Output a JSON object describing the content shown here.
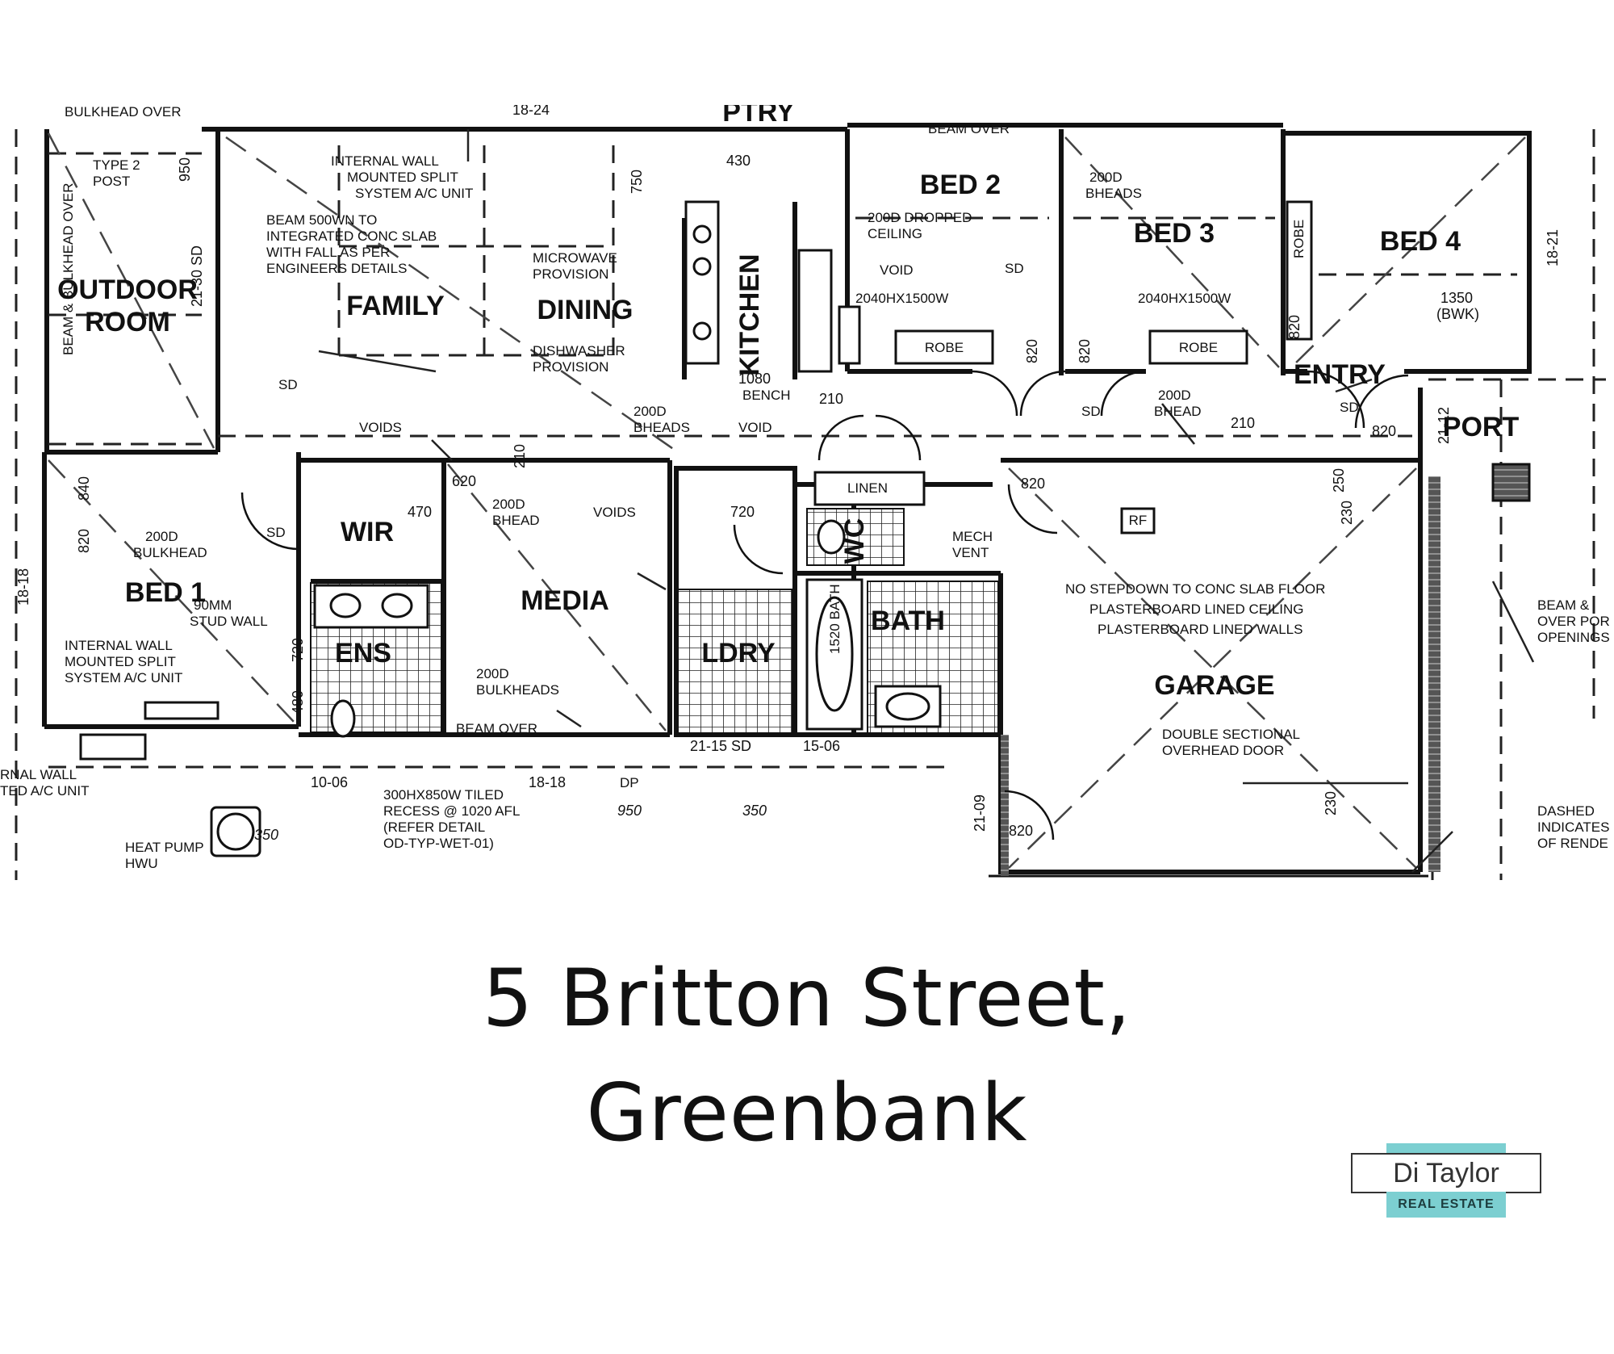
{
  "title": {
    "line1": "5 Britton Street,",
    "line2": "Greenbank"
  },
  "logo": {
    "name": "Di Taylor",
    "subtitle": "REAL ESTATE",
    "accent_color": "#7ccfd1"
  },
  "plan": {
    "rooms": {
      "outdoor_line1": "OUTDOOR",
      "outdoor_line2": "ROOM",
      "family": "FAMILY",
      "dining": "DINING",
      "kitchen": "KITCHEN",
      "ptry": "PTRY",
      "bed2": "BED 2",
      "bed3": "BED 3",
      "bed4": "BED 4",
      "entry": "ENTRY",
      "port": "PORT",
      "bed1": "BED 1",
      "wir": "WIR",
      "media": "MEDIA",
      "ens": "ENS",
      "ldry": "LDRY",
      "bath": "BATH",
      "linen": "LINEN",
      "wc": "WC",
      "garage": "GARAGE"
    },
    "notes": {
      "bulkhead_over": "BULKHEAD OVER",
      "beam_bulkhead_over": "BEAM & BULKHEAD OVER",
      "type2_post_1": "TYPE 2",
      "type2_post_2": "POST",
      "internal_wall_1": "INTERNAL WALL",
      "internal_wall_2": "MOUNTED SPLIT",
      "internal_wall_3": "SYSTEM A/C UNIT",
      "beam_1": "BEAM 500WN TO",
      "beam_2": "INTEGRATED CONC SLAB",
      "beam_3": "WITH FALL AS PER",
      "beam_4": "ENGINEERS DETAILS",
      "microwave_1": "MICROWAVE",
      "microwave_2": "PROVISION",
      "dishwasher_1": "DISHWASHER",
      "dishwasher_2": "PROVISION",
      "beam_over": "BEAM OVER",
      "bed2_ceiling_1": "200D DROPPED",
      "bed2_ceiling_2": "CEILING",
      "void": "VOID",
      "window_2040": "2040HX1500W",
      "robe": "ROBE",
      "sd": "SD",
      "bheads_200d_1": "200D",
      "bheads_200d_2": "BHEADS",
      "bhead_200d": "BHEAD",
      "bench": "BENCH",
      "voids": "VOIDS",
      "bulkhead_200d": "BULKHEAD",
      "stud_wall_1": "90MM",
      "stud_wall_2": "STUD WALL",
      "bed1_ac_1": "INTERNAL WALL",
      "bed1_ac_2": "MOUNTED SPLIT",
      "bed1_ac_3": "SYSTEM A/C UNIT",
      "bulkheads_200d": "BULKHEADS",
      "mech_vent_1": "MECH",
      "mech_vent_2": "VENT",
      "garage_1": "NO STEPDOWN TO CONC SLAB FLOOR",
      "garage_2": "PLASTERBOARD LINED CEILING",
      "garage_3": "PLASTERBOARD LINED WALLS",
      "door_1": "DOUBLE SECTIONAL",
      "door_2": "OVERHEAD DOOR",
      "rf": "RF",
      "heat_pump_1": "HEAT PUMP",
      "heat_pump_2": "HWU",
      "tiled_1": "300HX850W TILED",
      "tiled_2": "RECESS @ 1020 AFL",
      "tiled_3": "(REFER DETAIL",
      "tiled_4": "OD-TYP-WET-01)",
      "wall_ac_1": "RNAL WALL",
      "wall_ac_2": "TED A/C UNIT",
      "beam_port_1": "BEAM &",
      "beam_port_2": "OVER POR",
      "beam_port_3": "OPENINGS",
      "dashed_1": "DASHED",
      "dashed_2": "INDICATES",
      "dashed_3": "OF RENDE",
      "dp": "DP",
      "bath_size": "1520 BATH"
    },
    "dims": {
      "d18_24": "18-24",
      "d950": "950",
      "d21_30": "21-30 SD",
      "d750": "750",
      "d430": "430",
      "d1080": "1080",
      "d210": "210",
      "d820": "820",
      "d720": "720",
      "d470": "470",
      "d620": "620",
      "d18_18": "18-18",
      "d840": "840",
      "d10_06": "10-06",
      "d21_15": "21-15 SD",
      "d15_06": "15-06",
      "d350": "350",
      "d250": "250",
      "d230": "230",
      "d18_21": "18-21",
      "d21_12": "21-12",
      "d21_09": "21-09",
      "d1350": "1350",
      "d1350_sub": "(BWK)",
      "d480": "480"
    }
  }
}
